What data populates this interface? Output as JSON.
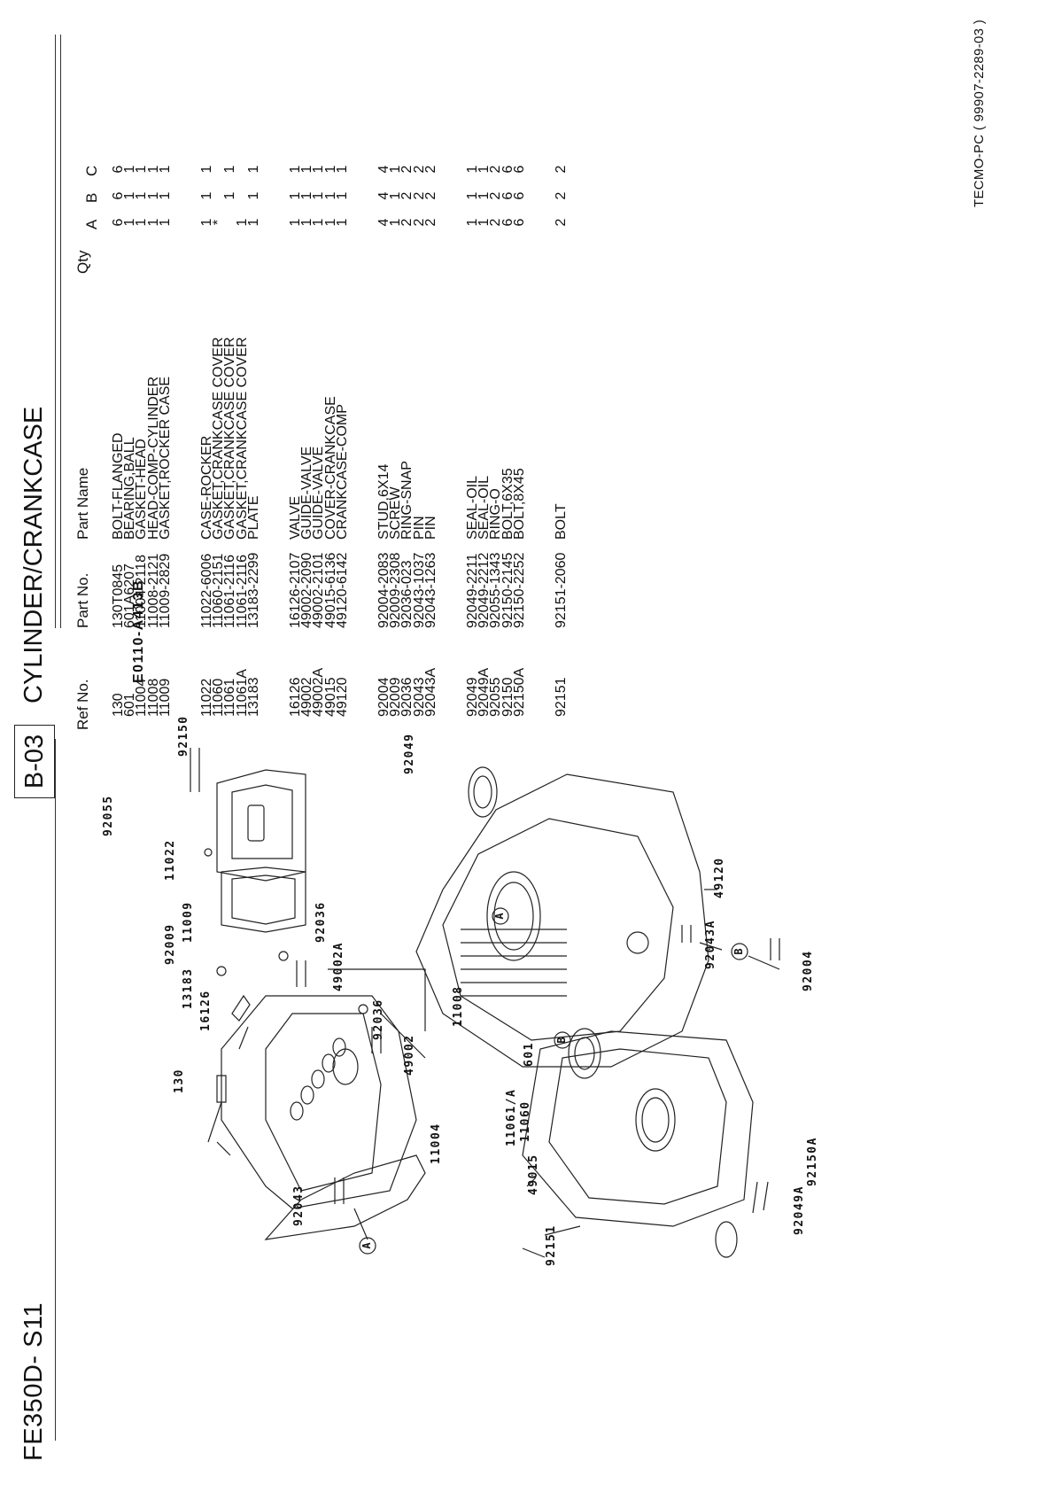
{
  "header": {
    "model": "FE350D- S11",
    "section_code": "B-03",
    "section_title": "CYLINDER/CRANKCASE"
  },
  "diagram": {
    "figure_code": "E0110-A413B",
    "callouts": [
      {
        "text": "92055"
      },
      {
        "text": "92150"
      },
      {
        "text": "11022"
      },
      {
        "text": "11009"
      },
      {
        "text": "92009"
      },
      {
        "text": "13183"
      },
      {
        "text": "16126"
      },
      {
        "text": "130"
      },
      {
        "text": "92036"
      },
      {
        "text": "49002A"
      },
      {
        "text": "92036"
      },
      {
        "text": "49002"
      },
      {
        "text": "11008"
      },
      {
        "text": "11004"
      },
      {
        "text": "92043"
      },
      {
        "text": "A"
      },
      {
        "text": "92049"
      },
      {
        "text": "A"
      },
      {
        "text": "49120"
      },
      {
        "text": "92043A"
      },
      {
        "text": "B"
      },
      {
        "text": "92004"
      },
      {
        "text": "601"
      },
      {
        "text": "B"
      },
      {
        "text": "11061/A"
      },
      {
        "text": "11060"
      },
      {
        "text": "49015"
      },
      {
        "text": "92151"
      },
      {
        "text": "92150A"
      },
      {
        "text": "92049A"
      }
    ]
  },
  "table": {
    "headers": {
      "ref_no": "Ref No.",
      "part_no": "Part No.",
      "part_name": "Part Name",
      "qty": "Qty",
      "qty_a": "A",
      "qty_b": "B",
      "qty_c": "C"
    },
    "groups": [
      {
        "ref": "130\n601\n11004\n11008\n11009",
        "part": "130T0845\n601A6207\n11004-2118\n11008-2121\n11009-2829",
        "name": "BOLT-FLANGED\nBEARING,BALL\nGASKET-HEAD\nHEAD-COMP-CYLINDER\nGASKET,ROCKER CASE",
        "qa": [
          "6",
          "1",
          "1",
          "1",
          "1"
        ],
        "qb": [
          "6",
          "1",
          "1",
          "1",
          "1"
        ],
        "qc": [
          "6",
          "1",
          "1",
          "1",
          "1"
        ]
      },
      {
        "ref": "11022\n11060\n11061\n11061A\n13183",
        "part": "11022-6006\n11060-2151\n11061-2116\n11061-2116\n13183-2299",
        "name": "CASE-ROCKER\nGASKET,CRANKCASE COVER\nGASKET,CRANKCASE COVER\nGASKET,CRANKCASE COVER\nPLATE",
        "qa": [
          "1",
          "*",
          "",
          "1",
          "1"
        ],
        "qb": [
          "1",
          "",
          "1",
          "",
          "1"
        ],
        "qc": [
          "1",
          "",
          "1",
          "",
          "1"
        ]
      },
      {
        "ref": "16126\n49002\n49002A\n49015\n49120",
        "part": "16126-2107\n49002-2090\n49002-2101\n49015-6136\n49120-6142",
        "name": "VALVE\nGUIDE-VALVE\nGUIDE-VALVE\nCOVER-CRANKCASE\nCRANKCASE-COMP",
        "qa": [
          "1",
          "1",
          "1",
          "1",
          "1"
        ],
        "qb": [
          "1",
          "1",
          "1",
          "1",
          "1"
        ],
        "qc": [
          "1",
          "1",
          "1",
          "1",
          "1"
        ]
      },
      {
        "ref": "92004\n92009\n92036\n92043\n92043A",
        "part": "92004-2083\n92009-2308\n92036-023\n92043-1037\n92043-1263",
        "name": "STUD,6X14\nSCREW\nRING-SNAP\nPIN\nPIN",
        "qa": [
          "4",
          "1",
          "2",
          "2",
          "2"
        ],
        "qb": [
          "4",
          "1",
          "2",
          "2",
          "2"
        ],
        "qc": [
          "4",
          "1",
          "2",
          "2",
          "2"
        ]
      },
      {
        "ref": "92049\n92049A\n92055\n92150\n92150A",
        "part": "92049-2211\n92049-2212\n92055-1343\n92150-2145\n92150-2252",
        "name": "SEAL-OIL\nSEAL-OIL\nRING-O\nBOLT,6X35\nBOLT,8X45",
        "qa": [
          "1",
          "1",
          "2",
          "6",
          "6"
        ],
        "qb": [
          "1",
          "1",
          "2",
          "6",
          "6"
        ],
        "qc": [
          "1",
          "1",
          "2",
          "6",
          "6"
        ]
      },
      {
        "ref": "92151",
        "part": "92151-2060",
        "name": "BOLT",
        "qa": [
          "2"
        ],
        "qb": [
          "2"
        ],
        "qc": [
          "2"
        ]
      }
    ]
  },
  "footer": {
    "doc_code": "TECMO-PC ( 99907-2289-03 )"
  }
}
